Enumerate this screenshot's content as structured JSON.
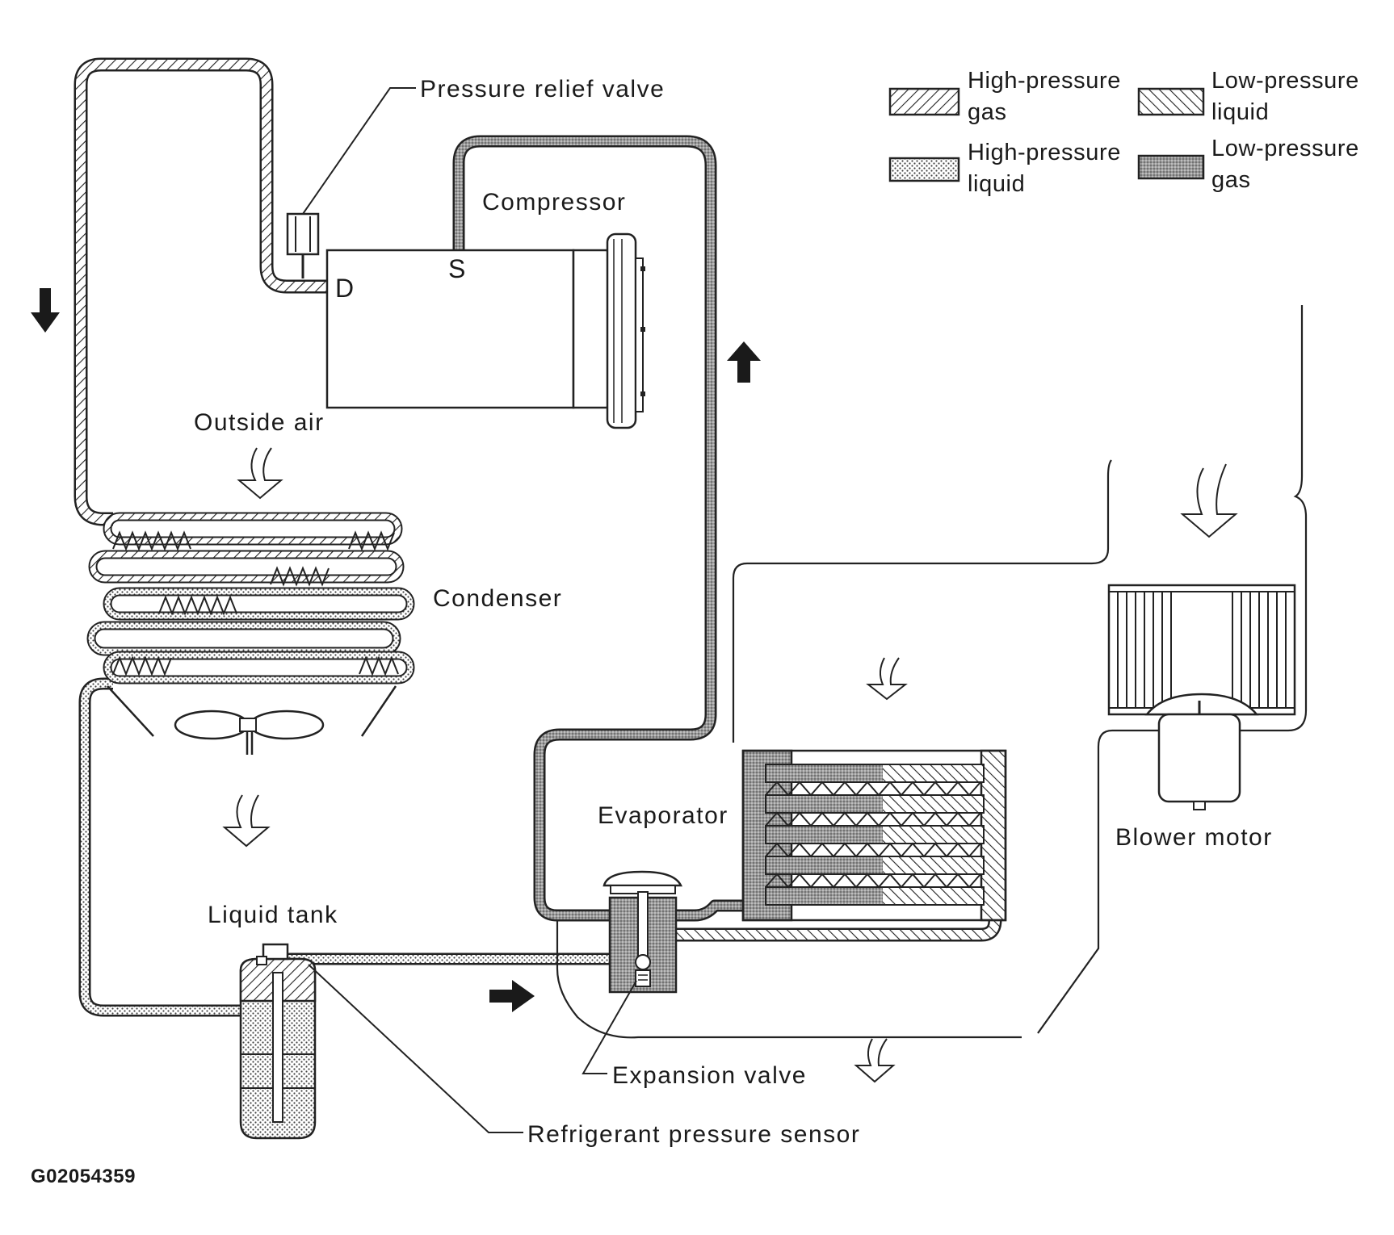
{
  "labels": {
    "pressure_relief_valve": "Pressure relief valve",
    "compressor": "Compressor",
    "discharge_port": "D",
    "suction_port": "S",
    "outside_air": "Outside air",
    "condenser": "Condenser",
    "evaporator": "Evaporator",
    "blower_motor": "Blower motor",
    "liquid_tank": "Liquid tank",
    "expansion_valve": "Expansion valve",
    "refrigerant_pressure_sensor": "Refrigerant pressure sensor"
  },
  "legend": {
    "high_pressure_gas": [
      "High-pressure",
      "gas"
    ],
    "low_pressure_liquid": [
      "Low-pressure",
      "liquid"
    ],
    "high_pressure_liquid": [
      "High-pressure",
      "liquid"
    ],
    "low_pressure_gas": [
      "Low-pressure",
      "gas"
    ]
  },
  "figure_code": "G02054359",
  "colors": {
    "ink": "#1a1a1a",
    "paper": "#ffffff",
    "low_pressure_gas_fill": "#aaaaaa"
  }
}
